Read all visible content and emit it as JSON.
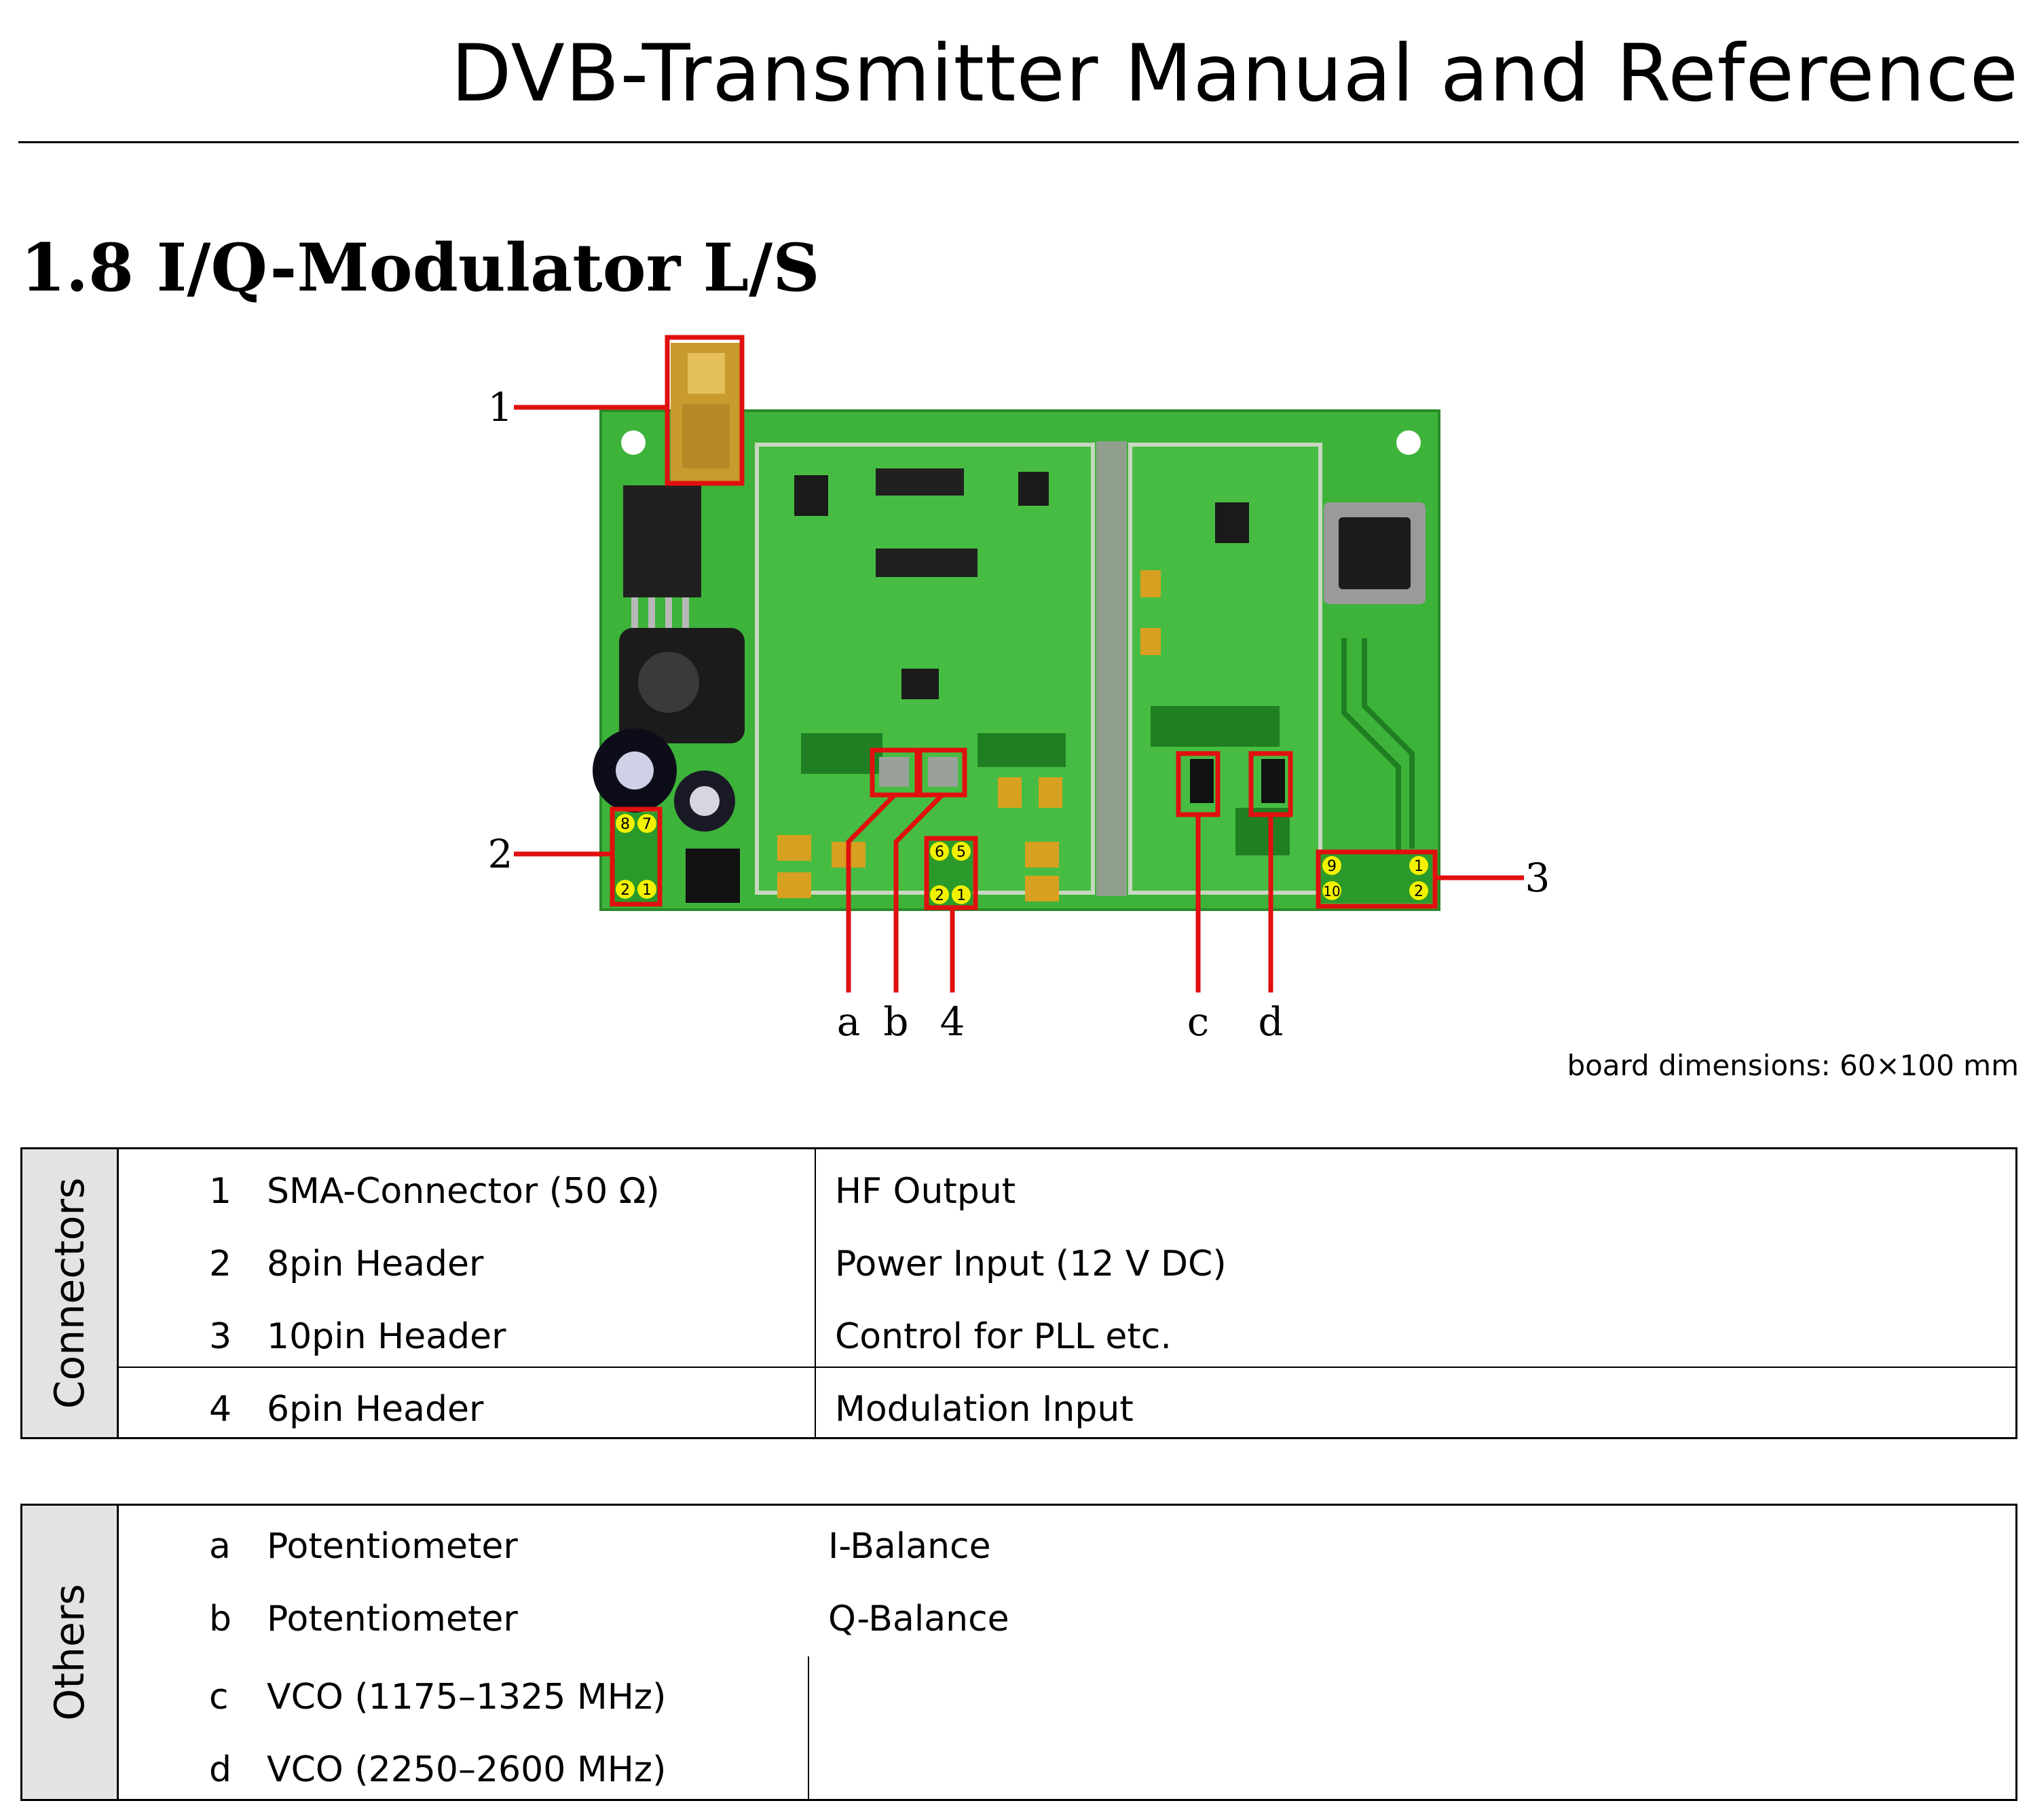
{
  "header": {
    "title": "DVB-Transmitter Manual and Reference"
  },
  "section": {
    "title": "1.8 I/Q-Modulator L/S"
  },
  "figure": {
    "callouts": {
      "c1": "1",
      "c2": "2",
      "c3": "3",
      "c4": "4",
      "ca": "a",
      "cb": "b",
      "cc": "c",
      "cd": "d"
    },
    "header_pins": {
      "h8": {
        "p8": "8",
        "p7": "7",
        "p2": "2",
        "p1": "1"
      },
      "h6": {
        "p6": "6",
        "p5": "5",
        "p2": "2",
        "p1": "1"
      },
      "h10": {
        "p9": "9",
        "p10": "10",
        "p1": "1",
        "p2": "2"
      }
    },
    "dimensions": "board dimensions: 60×100 mm",
    "colors": {
      "pcb_green": "#3db33a",
      "pcb_dark": "#1f7f22",
      "highlight_red": "#e01010",
      "pin_yellow": "#f2f200"
    }
  },
  "connectors": {
    "side_label": "Connectors",
    "rows": [
      {
        "id": "1",
        "part": "SMA-Connector (50 Ω)",
        "function": "HF Output"
      },
      {
        "id": "2",
        "part": "8pin Header",
        "function": "Power Input (12 V DC)"
      },
      {
        "id": "3",
        "part": "10pin Header",
        "function": "Control for PLL etc."
      },
      {
        "id": "4",
        "part": "6pin Header",
        "function": "Modulation Input"
      }
    ]
  },
  "others": {
    "side_label": "Others",
    "rows": [
      {
        "id": "a",
        "part": "Potentiometer",
        "function": "I-Balance"
      },
      {
        "id": "b",
        "part": "Potentiometer",
        "function": "Q-Balance"
      },
      {
        "id": "c",
        "part": "VCO (1175–1325 MHz)",
        "function": ""
      },
      {
        "id": "d",
        "part": "VCO (2250–2600 MHz)",
        "function": ""
      }
    ]
  }
}
